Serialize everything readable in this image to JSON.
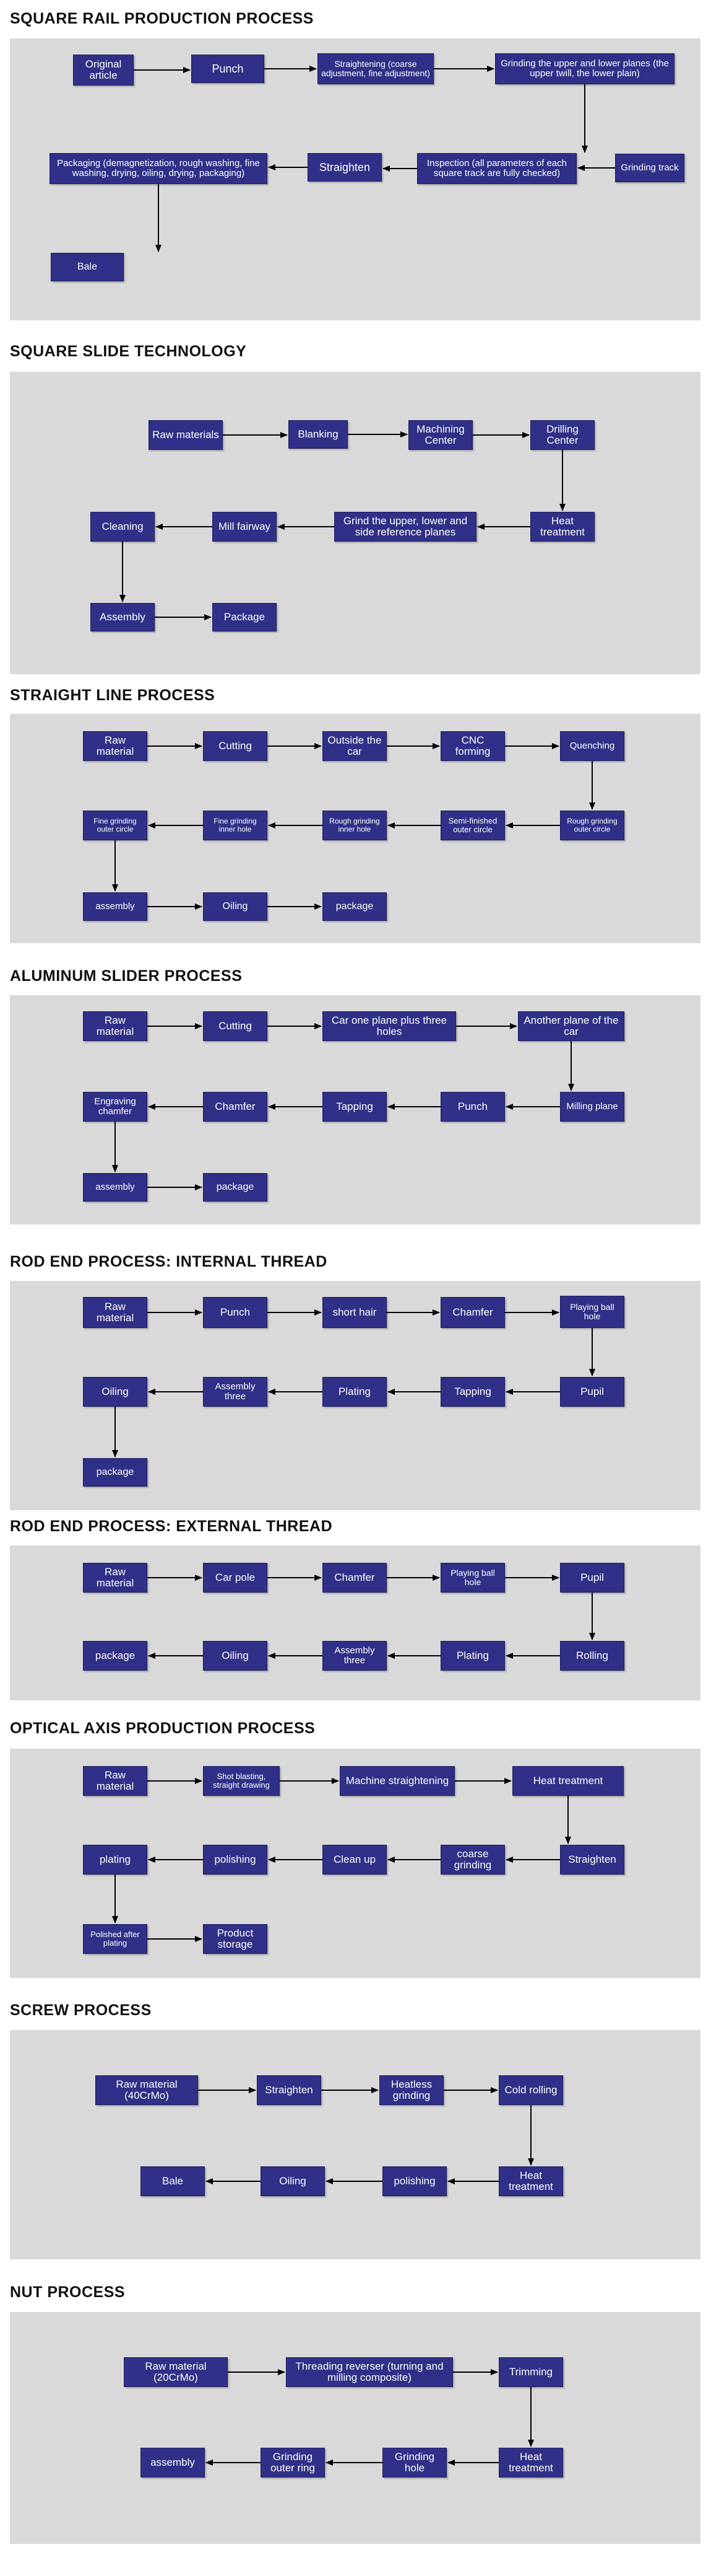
{
  "sections": [
    {
      "title": "SQUARE RAIL PRODUCTION PROCESS",
      "steps": [
        "Original article",
        "Punch",
        "Straightening (coarse adjustment, fine adjustment)",
        "Grinding the upper and lower planes (the upper twill, the lower plain)",
        "Grinding track",
        "Inspection (all parameters of each square track are fully checked)",
        "Straighten",
        "Packaging (demagnetization, rough washing, fine washing, drying, oiling, drying, packaging)",
        "Bale"
      ]
    },
    {
      "title": "SQUARE SLIDE TECHNOLOGY",
      "steps": [
        "Raw materials",
        "Blanking",
        "Machining Center",
        "Drilling Center",
        "Heat treatment",
        "Grind the upper, lower and side reference planes",
        "Mill fairway",
        "Cleaning",
        "Assembly",
        "Package"
      ]
    },
    {
      "title": "STRAIGHT LINE PROCESS",
      "steps": [
        "Raw material",
        "Cutting",
        "Outside the car",
        "CNC forming",
        "Quenching",
        "Rough grinding outer circle",
        "Semi-finished outer circle",
        "Rough grinding inner hole",
        "Fine grinding inner hole",
        "Fine grinding outer circle",
        "assembly",
        "Oiling",
        "package"
      ]
    },
    {
      "title": "ALUMINUM SLIDER PROCESS",
      "steps": [
        "Raw material",
        "Cutting",
        "Car one plane plus three holes",
        "Another plane of the car",
        "Milling plane",
        "Punch",
        "Tapping",
        "Chamfer",
        "Engraving chamfer",
        "assembly",
        "package"
      ]
    },
    {
      "title": "ROD END PROCESS: INTERNAL THREAD",
      "steps": [
        "Raw material",
        "Punch",
        "short hair",
        "Chamfer",
        "Playing ball hole",
        "Pupil",
        "Tapping",
        "Plating",
        "Assembly three",
        "Oiling",
        "package"
      ]
    },
    {
      "title": "ROD END PROCESS: EXTERNAL THREAD",
      "steps": [
        "Raw material",
        "Car pole",
        "Chamfer",
        "Playing ball hole",
        "Pupil",
        "Rolling",
        "Plating",
        "Assembly three",
        "Oiling",
        "package"
      ]
    },
    {
      "title": "OPTICAL AXIS PRODUCTION PROCESS",
      "steps": [
        "Raw material",
        "Shot blasting, straight drawing",
        "Machine straightening",
        "Heat treatment",
        "Straighten",
        "coarse grinding",
        "Clean up",
        "polishing",
        "plating",
        "Polished after plating",
        "Product storage"
      ]
    },
    {
      "title": "SCREW PROCESS",
      "steps": [
        "Raw material (40CrMo)",
        "Straighten",
        "Heatless grinding",
        "Cold rolling",
        "Heat treatment",
        "polishing",
        "Oiling",
        "Bale"
      ]
    },
    {
      "title": "NUT PROCESS",
      "steps": [
        "Raw material (20CrMo)",
        "Threading reverser (turning and milling composite)",
        "Trimming",
        "Heat treatment",
        "Grinding hole",
        "Grinding outer ring",
        "assembly"
      ]
    }
  ]
}
